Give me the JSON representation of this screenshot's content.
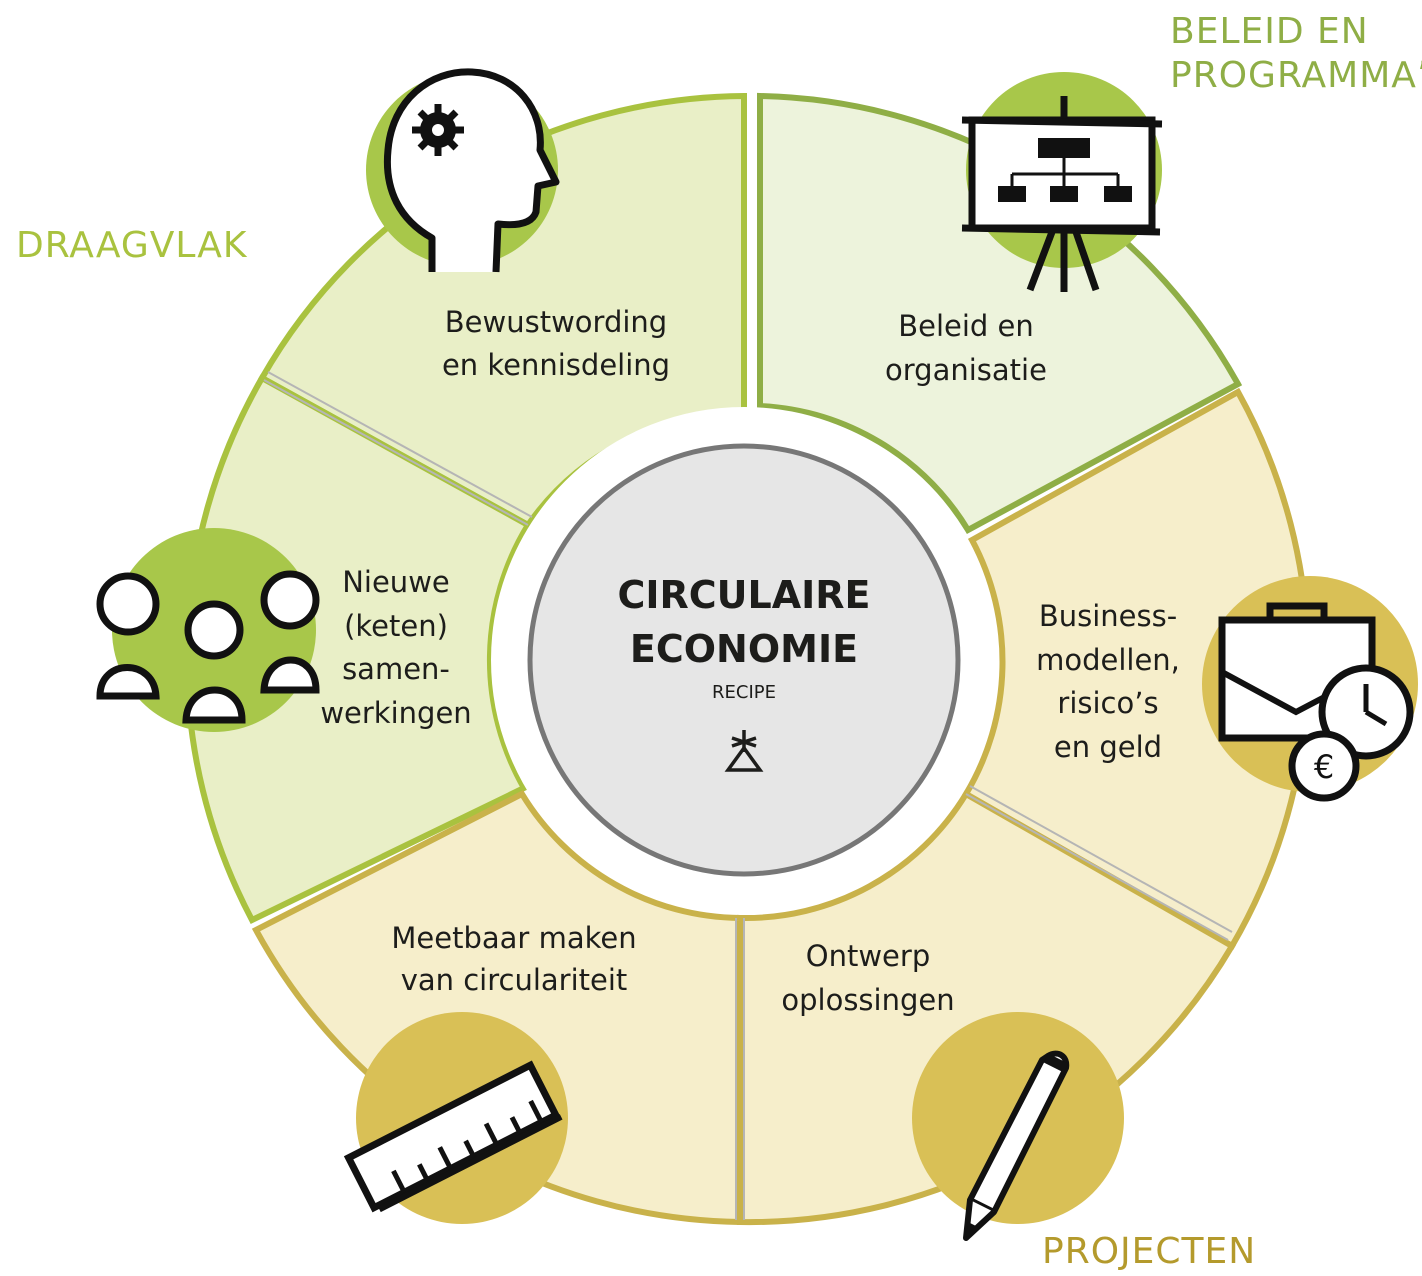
{
  "groups": {
    "draagvlak": {
      "label": "DRAAGVLAK",
      "color": "#a9c23f"
    },
    "beleid": {
      "label": "BELEID EN\nPROGRAMMA’S",
      "color": "#8fae46"
    },
    "projecten": {
      "label": "PROJECTEN",
      "color": "#b49a2c"
    }
  },
  "center": {
    "title_line1": "CIRCULAIRE",
    "title_line2": "ECONOMIE",
    "subtitle": "RECIPE",
    "logo_icon": "recipe-logo-icon"
  },
  "segments": {
    "bewustwording": {
      "line1": "Bewustwording",
      "line2": "en kennisdeling",
      "icon": "head-gear-icon"
    },
    "beleid": {
      "line1": "Beleid en",
      "line2": "organisatie",
      "icon": "presentation-board-icon"
    },
    "business": {
      "line1": "Business-",
      "line2": "modellen,",
      "line3": "risico’s",
      "line4": "en geld",
      "icon": "briefcase-clock-euro-icon"
    },
    "ontwerp": {
      "line1": "Ontwerp",
      "line2": "oplossingen",
      "icon": "pencil-icon"
    },
    "meetbaar": {
      "line1": "Meetbaar maken",
      "line2": "van circulariteit",
      "icon": "ruler-icon"
    },
    "nieuwe": {
      "line1": "Nieuwe",
      "line2": "(keten)",
      "line3": "samen-",
      "line4": "werkingen",
      "icon": "people-group-icon"
    }
  },
  "colors": {
    "green_fill": "#e9efc7",
    "green_light_fill": "#edf3dc",
    "green_border": "#a9c23f",
    "green_icon_bg": "#a8c74a",
    "gold_fill": "#f6eecb",
    "gold_border": "#c9b24a",
    "gold_icon_bg": "#d9c056",
    "center_fill": "#e6e6e6"
  }
}
